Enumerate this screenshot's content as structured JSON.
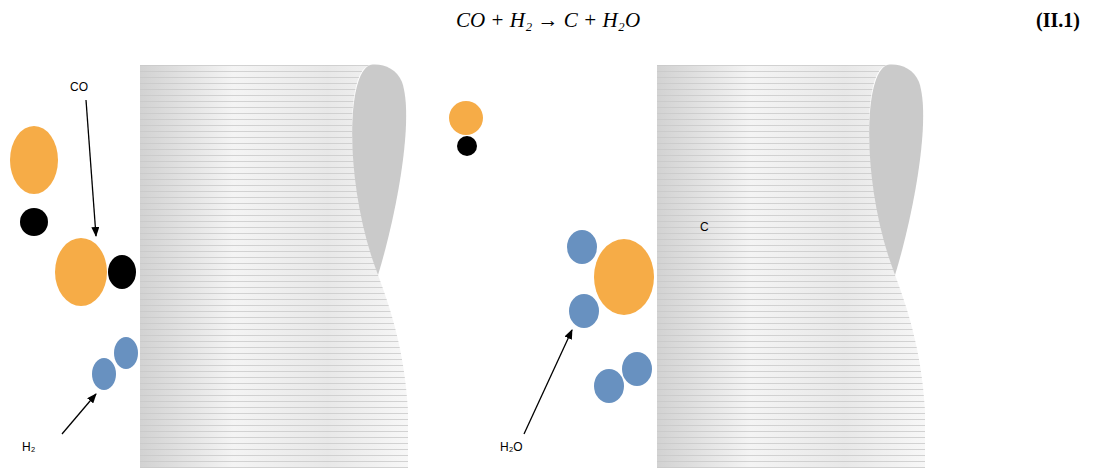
{
  "diagram": {
    "labels": [
      "CO + H₂ → C + H₂O",
      "(II.1)",
      "CO",
      "H₂",
      "C",
      "H₂O"
    ]
  }
}
